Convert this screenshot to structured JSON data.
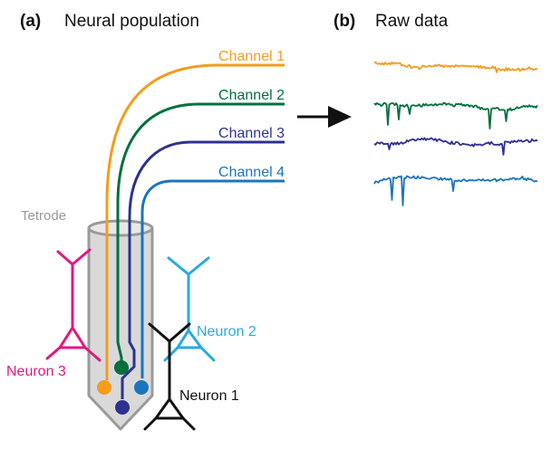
{
  "panel_a": {
    "letter": "(a)",
    "title": "Neural population"
  },
  "panel_b": {
    "letter": "(b)",
    "title": "Raw data"
  },
  "tetrode_label": "Tetrode",
  "channels": [
    {
      "label": "Channel 1",
      "color": "#F39C1E"
    },
    {
      "label": "Channel 2",
      "color": "#00703C"
    },
    {
      "label": "Channel 3",
      "color": "#2E3192"
    },
    {
      "label": "Channel 4",
      "color": "#1B75BC"
    }
  ],
  "neurons": [
    {
      "label": "Neuron 1",
      "color": "#111111"
    },
    {
      "label": "Neuron 2",
      "color": "#27AAE1"
    },
    {
      "label": "Neuron 3",
      "color": "#E0197D"
    }
  ],
  "colors": {
    "tetrode_fill": "#D9D9D9",
    "tetrode_stroke": "#9A9A9A",
    "arrow": "#111111"
  }
}
